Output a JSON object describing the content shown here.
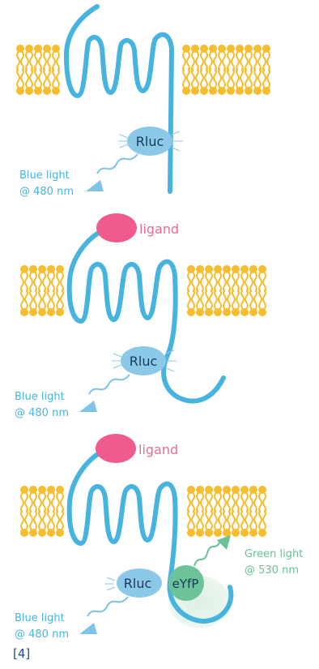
{
  "colors": {
    "receptor": "#47b4e0",
    "lipid_head": "#f6bd2e",
    "lipid_tail": "#f6bd2e",
    "rluc": "#8cc9e8",
    "ligand": "#ef5b8d",
    "ligand_text": "#e96a9a",
    "eyfp": "#6cc39a",
    "eyfp_glow": "#dff0e3",
    "blue_light": "#7fc4e6",
    "green_light": "#68c296",
    "enzyme_text": "#173a5c",
    "ref_text": "#1f4e8a"
  },
  "icons": [
    "lipid-bilayer",
    "receptor-strand",
    "wavy-arrow"
  ],
  "panels": [
    {
      "rluc_label": "Rluc",
      "blue_light_line1": "Blue light",
      "blue_light_line2": "@ 480 nm"
    },
    {
      "ligand_label": "ligand",
      "rluc_label": "Rluc",
      "blue_light_line1": "Blue light",
      "blue_light_line2": "@ 480 nm"
    },
    {
      "ligand_label": "ligand",
      "rluc_label": "Rluc",
      "eyfp_label": "eYfP",
      "blue_light_line1": "Blue light",
      "blue_light_line2": "@ 480 nm",
      "green_light_line1": "Green light",
      "green_light_line2": "@ 530 nm"
    }
  ],
  "reference": "[4]"
}
